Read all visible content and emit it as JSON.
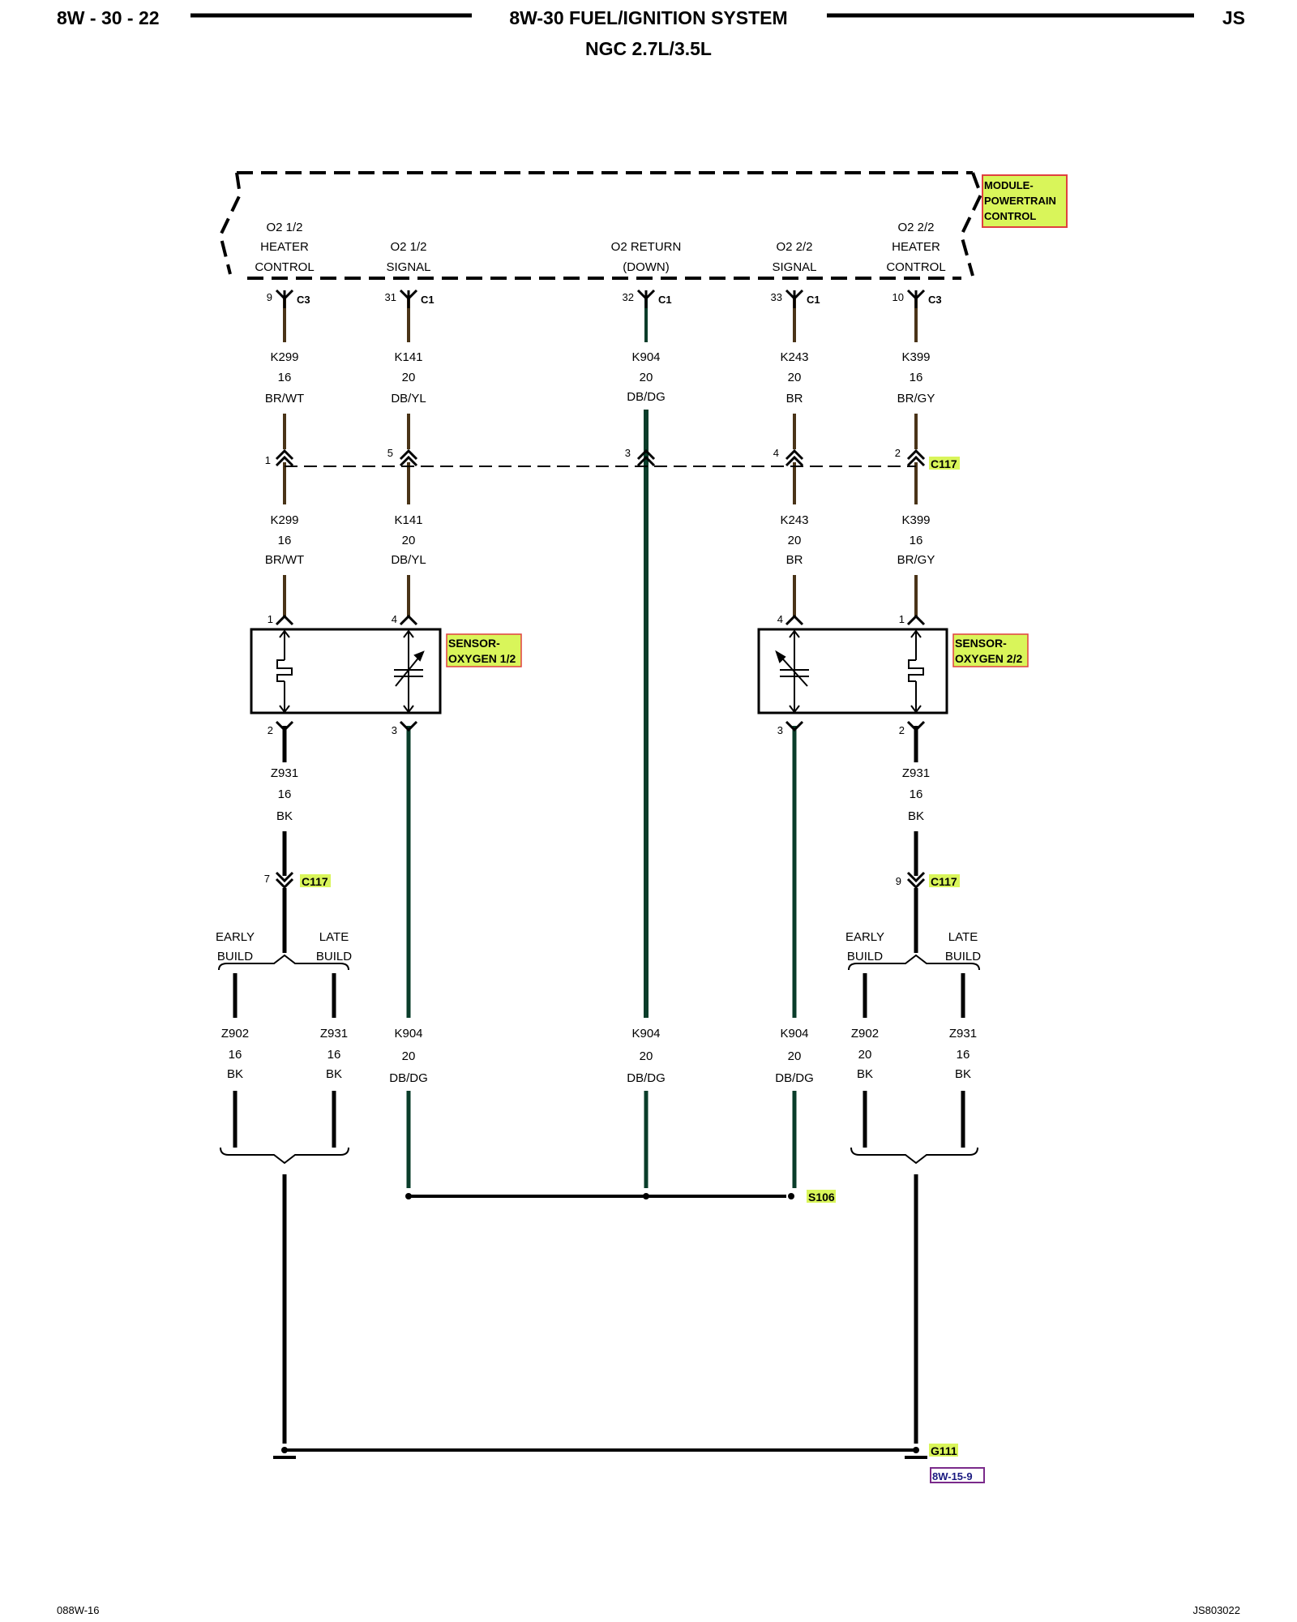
{
  "header": {
    "page_id": "8W - 30 - 22",
    "title": "8W-30 FUEL/IGNITION SYSTEM",
    "subtitle": "NGC 2.7L/3.5L",
    "model": "JS"
  },
  "module": {
    "name_lines": [
      "MODULE-",
      "POWERTRAIN",
      "CONTROL"
    ],
    "highlight_color": "#d9f55a",
    "border_color": "#e04040"
  },
  "pcm_pins": [
    {
      "label": [
        "O2 1/2",
        "HEATER",
        "CONTROL"
      ],
      "pin": "9",
      "connector": "C3"
    },
    {
      "label": [
        "O2 1/2",
        "SIGNAL"
      ],
      "pin": "31",
      "connector": "C1"
    },
    {
      "label": [
        "O2 RETURN",
        "(DOWN)"
      ],
      "pin": "32",
      "connector": "C1"
    },
    {
      "label": [
        "O2 2/2",
        "SIGNAL"
      ],
      "pin": "33",
      "connector": "C1"
    },
    {
      "label": [
        "O2 2/2",
        "HEATER",
        "CONTROL"
      ],
      "pin": "10",
      "connector": "C3"
    }
  ],
  "upper_wires": [
    {
      "circuit": "K299",
      "gauge": "16",
      "color": "BR/WT"
    },
    {
      "circuit": "K141",
      "gauge": "20",
      "color": "DB/YL"
    },
    {
      "circuit": "K904",
      "gauge": "20",
      "color": "DB/DG"
    },
    {
      "circuit": "K243",
      "gauge": "20",
      "color": "BR"
    },
    {
      "circuit": "K399",
      "gauge": "16",
      "color": "BR/GY"
    }
  ],
  "c117_inline": {
    "name": "C117",
    "pins": [
      "1",
      "5",
      "3",
      "4",
      "2"
    ]
  },
  "middle_wires": [
    {
      "circuit": "K299",
      "gauge": "16",
      "color": "BR/WT"
    },
    {
      "circuit": "K141",
      "gauge": "20",
      "color": "DB/YL"
    },
    {
      "circuit": "K243",
      "gauge": "20",
      "color": "BR"
    },
    {
      "circuit": "K399",
      "gauge": "16",
      "color": "BR/GY"
    }
  ],
  "sensors": [
    {
      "name_lines": [
        "SENSOR-",
        "OXYGEN 1/2"
      ],
      "top_pins": [
        "1",
        "4"
      ],
      "bottom_pins": [
        "2",
        "3"
      ]
    },
    {
      "name_lines": [
        "SENSOR-",
        "OXYGEN 2/2"
      ],
      "top_pins": [
        "4",
        "1"
      ],
      "bottom_pins": [
        "3",
        "2"
      ]
    }
  ],
  "ground_wires": [
    {
      "circuit": "Z931",
      "gauge": "16",
      "color": "BK",
      "c117_pin": "7"
    },
    {
      "circuit": "Z931",
      "gauge": "16",
      "color": "BK",
      "c117_pin": "9"
    }
  ],
  "build_labels": {
    "early": [
      "EARLY",
      "BUILD"
    ],
    "late": [
      "LATE",
      "BUILD"
    ]
  },
  "build_wires": [
    {
      "circuit": "Z902",
      "gauge": "16",
      "color": "BK"
    },
    {
      "circuit": "Z931",
      "gauge": "16",
      "color": "BK"
    },
    {
      "circuit": "K904",
      "gauge": "20",
      "color": "DB/DG"
    },
    {
      "circuit": "K904",
      "gauge": "20",
      "color": "DB/DG"
    },
    {
      "circuit": "K904",
      "gauge": "20",
      "color": "DB/DG"
    },
    {
      "circuit": "Z902",
      "gauge": "20",
      "color": "BK"
    },
    {
      "circuit": "Z931",
      "gauge": "16",
      "color": "BK"
    }
  ],
  "splice": "S106",
  "ground": "G111",
  "ground_ref": "8W-15-9",
  "footer": {
    "left": "088W-16",
    "right": "JS803022"
  },
  "colors": {
    "wire_brown": "#4a3418",
    "wire_green": "#0a3d2a",
    "tag_highlight": "#d9f55a",
    "ref_link": "#7a2a8a"
  }
}
